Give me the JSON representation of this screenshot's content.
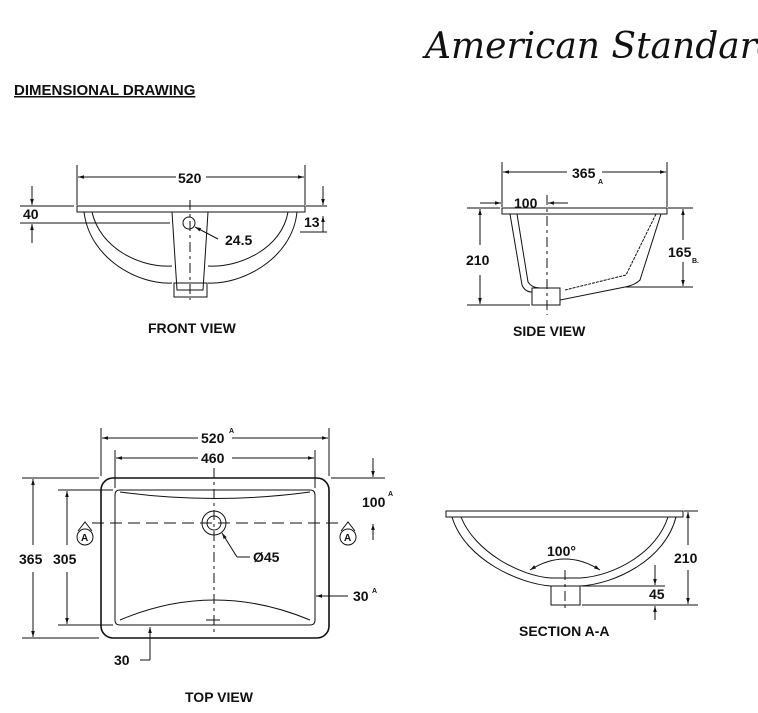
{
  "brand": "American Standard",
  "title": "DIMENSIONAL DRAWING",
  "front_view": {
    "label": "FRONT VIEW",
    "width": "520",
    "rim_height": "40",
    "rim_thickness": "13",
    "overflow_dia": "24.5"
  },
  "side_view": {
    "label": "SIDE VIEW",
    "depth": "365",
    "depth_note": "A",
    "drain_offset": "100",
    "height": "210",
    "bowl_depth": "165",
    "bowl_note": "B."
  },
  "top_view": {
    "label": "TOP VIEW",
    "outer_width": "520",
    "outer_width_note": "A",
    "inner_width": "460",
    "outer_depth": "365",
    "inner_depth": "305",
    "drain_offset": "100",
    "drain_offset_note": "A",
    "side_margin": "30",
    "side_margin_note": "A",
    "bottom_margin": "30",
    "drain_dia": "Ø45",
    "section_marker": "A"
  },
  "section_view": {
    "label": "SECTION A-A",
    "height": "210",
    "drain_height": "45",
    "angle": "100°"
  }
}
